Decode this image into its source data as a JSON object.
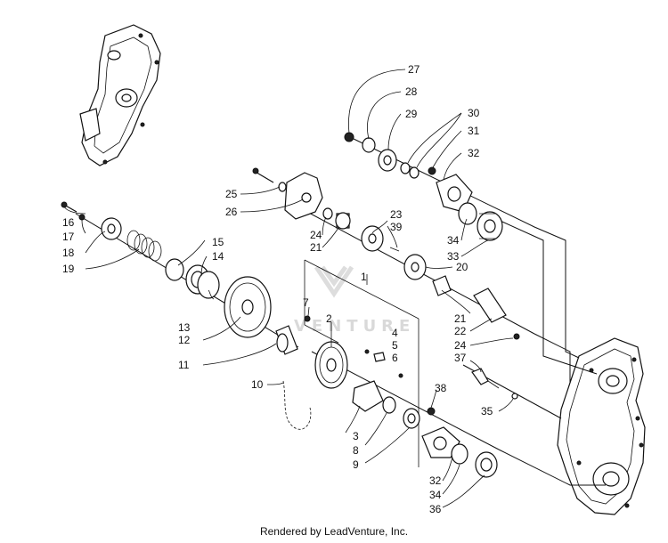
{
  "diagram": {
    "watermark": "VENTURE",
    "footer": "Rendered by LeadVenture, Inc.",
    "labels": [
      "27",
      "28",
      "29",
      "30",
      "31",
      "32",
      "25",
      "26",
      "23",
      "39",
      "24",
      "21",
      "20",
      "16",
      "17",
      "18",
      "19",
      "15",
      "14",
      "13",
      "12",
      "1",
      "7",
      "2",
      "4",
      "5",
      "6",
      "11",
      "10",
      "3",
      "8",
      "9",
      "38",
      "21",
      "22",
      "24",
      "37",
      "35",
      "32",
      "34",
      "36",
      "34",
      "33"
    ]
  }
}
